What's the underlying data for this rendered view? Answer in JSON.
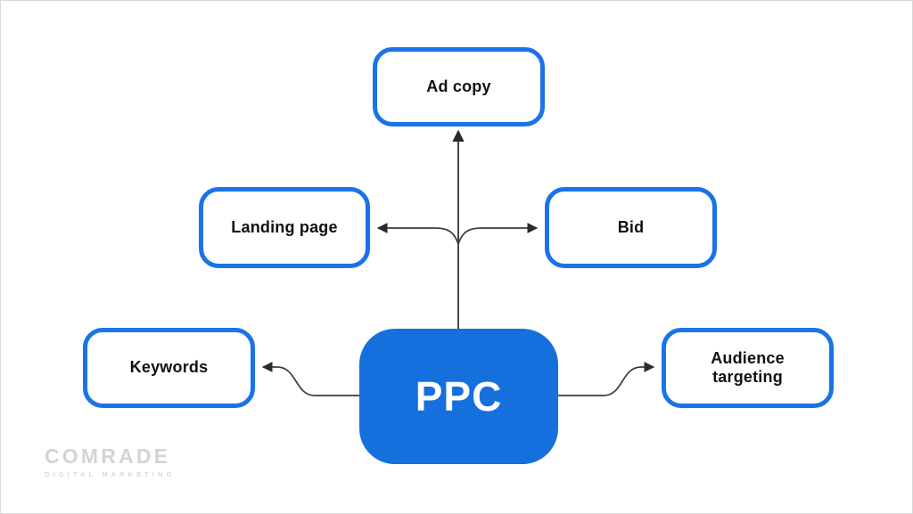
{
  "diagram": {
    "title": "PPC",
    "type": "hub-and-spoke-mind-map",
    "center": {
      "id": "ppc",
      "label": "PPC",
      "fill_color": "#1570de",
      "text_color": "#ffffff"
    },
    "node_style": {
      "border_color": "#1a73e8",
      "fill_color": "#ffffff",
      "text_color": "#111111"
    },
    "connector_color": "#3d3d3d",
    "nodes": [
      {
        "id": "ad-copy",
        "label": "Ad copy",
        "position": "top"
      },
      {
        "id": "landing-page",
        "label": "Landing page",
        "position": "middle-left"
      },
      {
        "id": "bid",
        "label": "Bid",
        "position": "middle-right"
      },
      {
        "id": "keywords",
        "label": "Keywords",
        "position": "bottom-left"
      },
      {
        "id": "audience-targeting",
        "label": "Audience\ntargeting",
        "label_line1": "Audience",
        "label_line2": "targeting",
        "position": "bottom-right"
      }
    ]
  },
  "watermark": {
    "brand": "COMRADE",
    "tagline": "DIGITAL MARKETING",
    "color": "#d4d4d4"
  }
}
